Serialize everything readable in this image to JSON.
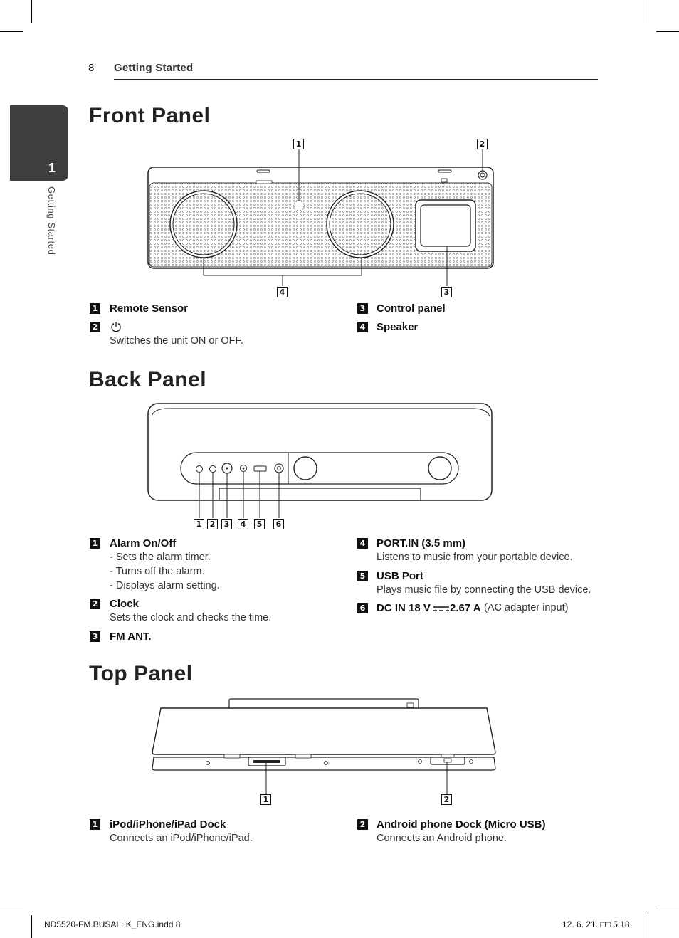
{
  "header": {
    "page_number": "8",
    "section_title": "Getting Started"
  },
  "side_tab": {
    "number": "1",
    "label": "Getting Started"
  },
  "front_panel": {
    "title": "Front Panel",
    "callouts": [
      "1",
      "2",
      "3",
      "4"
    ],
    "items": [
      {
        "num": "1",
        "title": "Remote Sensor",
        "desc": ""
      },
      {
        "num": "2",
        "title": "",
        "icon": "power-icon",
        "desc": "Switches the unit ON or OFF."
      },
      {
        "num": "3",
        "title": "Control panel",
        "desc": ""
      },
      {
        "num": "4",
        "title": "Speaker",
        "desc": ""
      }
    ]
  },
  "back_panel": {
    "title": "Back Panel",
    "callouts": [
      "1",
      "2",
      "3",
      "4",
      "5",
      "6"
    ],
    "items": [
      {
        "num": "1",
        "title": "Alarm On/Off",
        "desc": [
          "- Sets the alarm timer.",
          "- Turns off the alarm.",
          "- Displays alarm setting."
        ]
      },
      {
        "num": "2",
        "title": "Clock",
        "desc": [
          "Sets the clock and checks the time."
        ]
      },
      {
        "num": "3",
        "title": "FM ANT.",
        "desc": []
      },
      {
        "num": "4",
        "title": "PORT.IN (3.5 mm)",
        "desc": [
          "Listens to music from your portable device."
        ]
      },
      {
        "num": "5",
        "title": "USB Port",
        "desc": [
          "Plays music file by connecting the USB device."
        ]
      },
      {
        "num": "6",
        "title_part1": "DC IN 18 V",
        "title_part2": "2.67 A",
        "desc_inline": "(AC adapter input)",
        "icon": "dc-symbol-icon"
      }
    ]
  },
  "top_panel": {
    "title": "Top Panel",
    "callouts": [
      "1",
      "2"
    ],
    "items": [
      {
        "num": "1",
        "title": "iPod/iPhone/iPad Dock",
        "desc": "Connects an iPod/iPhone/iPad."
      },
      {
        "num": "2",
        "title": "Android phone Dock (Micro USB)",
        "desc": "Connects an Android phone."
      }
    ]
  },
  "footer": {
    "left": "ND5520-FM.BUSALLK_ENG.indd   8",
    "right": "12. 6. 21.   □□ 5:18"
  }
}
